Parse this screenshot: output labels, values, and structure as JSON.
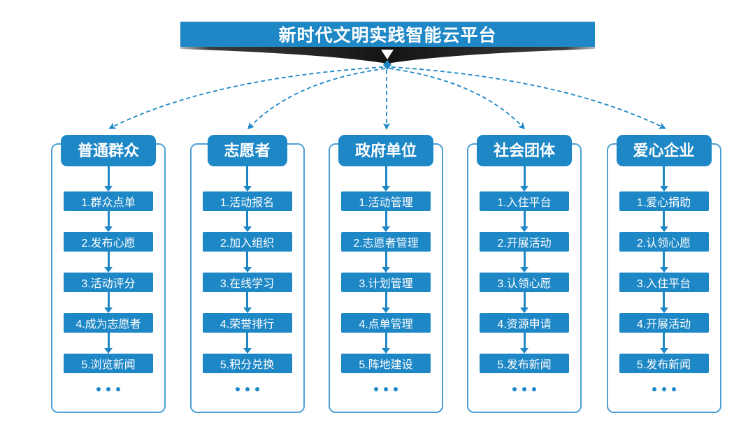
{
  "title": "新时代文明实践智能云平台",
  "colors": {
    "primary": "#1E87C6",
    "container_border": "#4E9FD6",
    "ribbon_dark": "#1F1F1F",
    "background": "#FFFFFF"
  },
  "columns": [
    {
      "header": "普通群众",
      "items": [
        "1.群众点单",
        "2.发布心愿",
        "3.活动评分",
        "4.成为志愿者",
        "5.浏览新闻"
      ],
      "more": "..."
    },
    {
      "header": "志愿者",
      "items": [
        "1.活动报名",
        "2.加入组织",
        "3.在线学习",
        "4.荣誉排行",
        "5.积分兑换"
      ],
      "more": "..."
    },
    {
      "header": "政府单位",
      "items": [
        "1.活动管理",
        "2.志愿者管理",
        "3.计划管理",
        "4.点单管理",
        "5.阵地建设"
      ],
      "more": "..."
    },
    {
      "header": "社会团体",
      "items": [
        "1.入住平台",
        "2.开展活动",
        "3.认领心愿",
        "4.资源申请",
        "5.发布新闻"
      ],
      "more": "..."
    },
    {
      "header": "爱心企业",
      "items": [
        "1.爱心捐助",
        "2.认领心愿",
        "3.入住平台",
        "4.开展活动",
        "5.发布新闻"
      ],
      "more": "..."
    }
  ]
}
